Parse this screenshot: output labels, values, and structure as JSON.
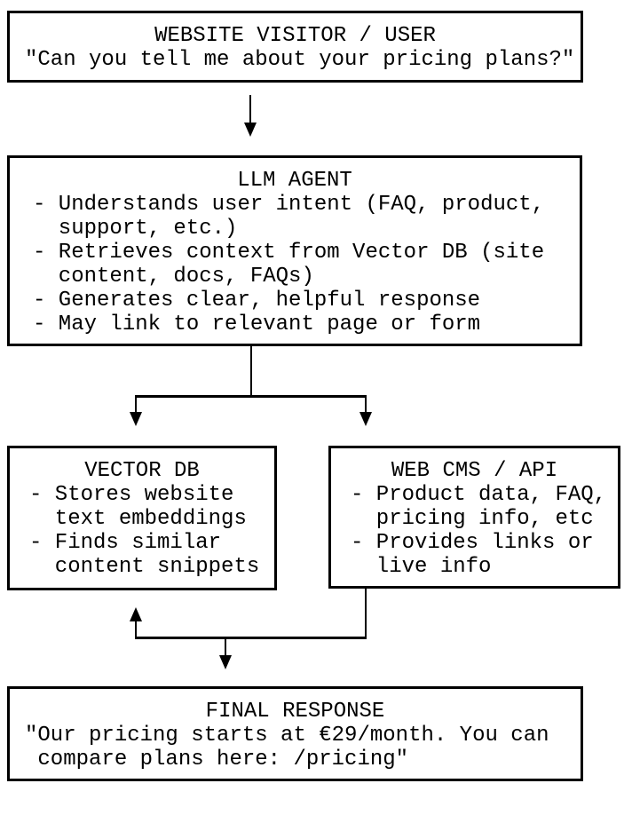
{
  "page": {
    "background_color": "#ffffff",
    "ink_color": "#000000"
  },
  "boxes": {
    "visitor": {
      "title": "WEBSITE VISITOR / USER",
      "lines": [
        "\"Can you tell me about your pricing plans?\""
      ]
    },
    "llm": {
      "title": "LLM AGENT",
      "lines": [
        "- Understands user intent (FAQ, product,",
        "  support, etc.)",
        "- Retrieves context from Vector DB (site",
        "  content, docs, FAQs)",
        "- Generates clear, helpful response",
        "- May link to relevant page or form"
      ]
    },
    "vector": {
      "title": "VECTOR DB",
      "lines": [
        "- Stores website",
        "  text embeddings",
        "- Finds similar",
        "  content snippets"
      ]
    },
    "cms": {
      "title": "WEB CMS / API",
      "lines": [
        "- Product data, FAQ,",
        "  pricing info, etc",
        "- Provides links or",
        "  live info"
      ]
    },
    "final": {
      "title": "FINAL RESPONSE",
      "lines": [
        "\"Our pricing starts at €29/month. You can",
        " compare plans here: /pricing\""
      ]
    }
  },
  "connectors": {
    "visitor_to_llm": "arrow from WEBSITE VISITOR / USER down to LLM AGENT",
    "llm_branch": "arrow branching from LLM AGENT down to VECTOR DB and WEB CMS / API",
    "cms_merge": "connector from WEB CMS / API up to VECTOR DB and down to FINAL RESPONSE"
  }
}
